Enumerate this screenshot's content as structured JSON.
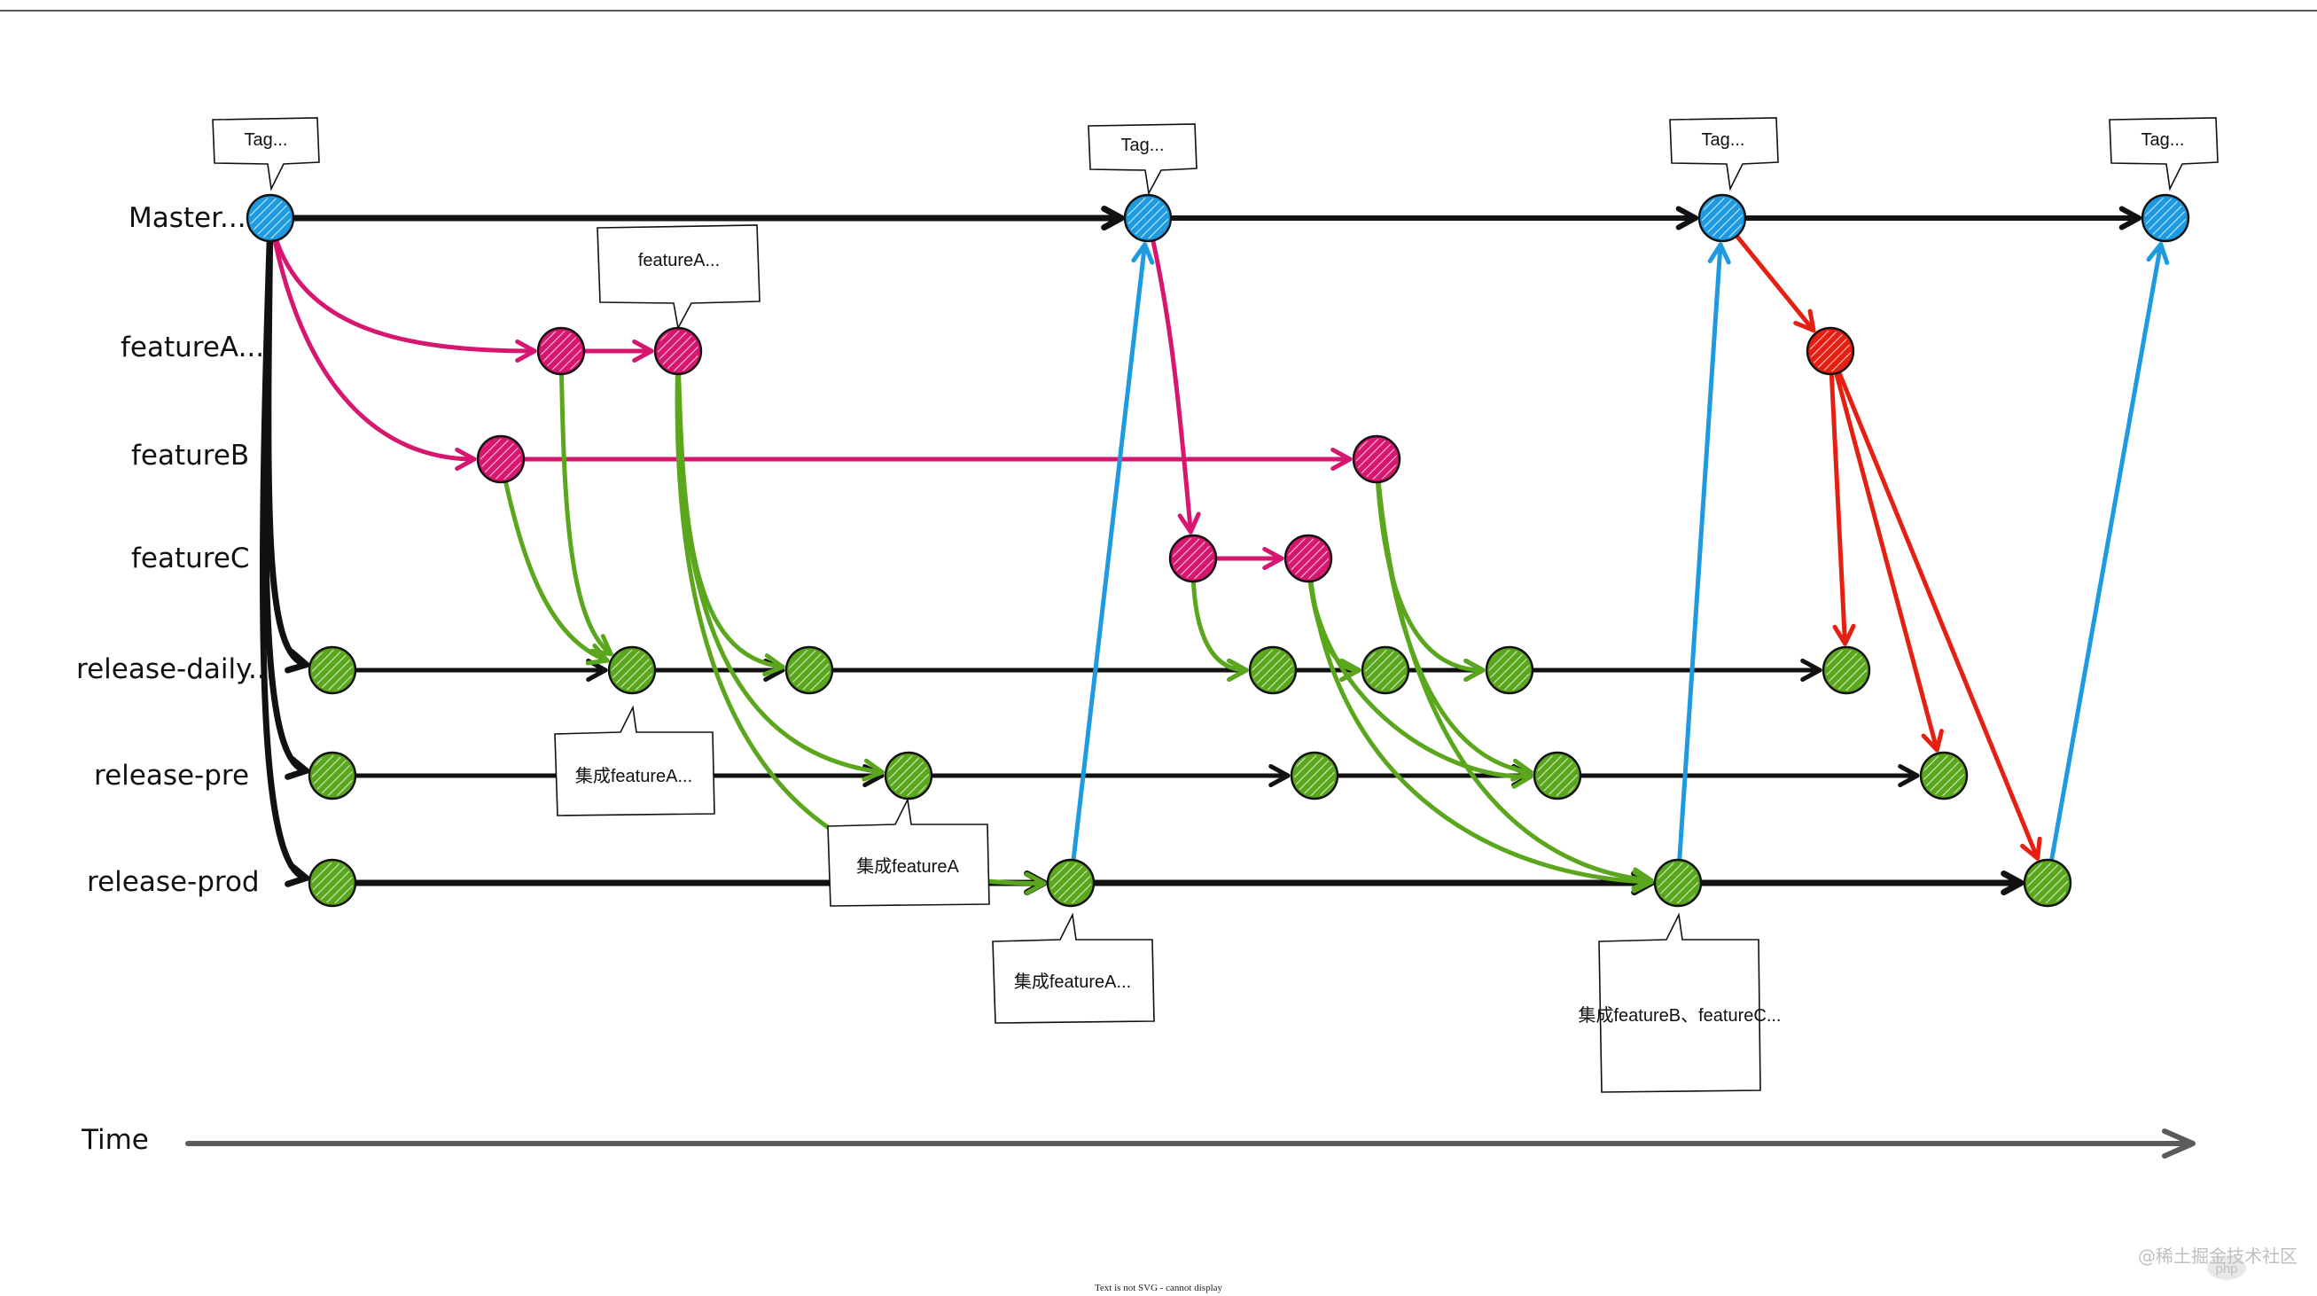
{
  "lanes": [
    {
      "id": "master",
      "label": "Master..."
    },
    {
      "id": "featureA",
      "label": "featureA..."
    },
    {
      "id": "featureB",
      "label": "featureB"
    },
    {
      "id": "featureC",
      "label": "featureC"
    },
    {
      "id": "daily",
      "label": "release-daily..."
    },
    {
      "id": "pre",
      "label": "release-pre"
    },
    {
      "id": "prod",
      "label": "release-prod"
    }
  ],
  "time_label": "Time",
  "callouts": {
    "tag1": "Tag...",
    "tag2": "Tag...",
    "tag3": "Tag...",
    "tag4": "Tag...",
    "featureA_note": "featureA...",
    "integrate_daily": "集成featureA...",
    "integrate_pre": "集成featureA",
    "integrate_prod": "集成featureA...",
    "integrate_bc": "集成featureB、featureC..."
  },
  "footer": "Text is not SVG - cannot display",
  "watermark": "@稀土掘金技术社区",
  "watermark_badge": "php",
  "colors": {
    "master": "#1e9be0",
    "feature": "#d6166f",
    "release": "#5aa61c",
    "hotfix": "#e52012",
    "main_line": "#111111",
    "time_axis": "#5b5b5b"
  }
}
